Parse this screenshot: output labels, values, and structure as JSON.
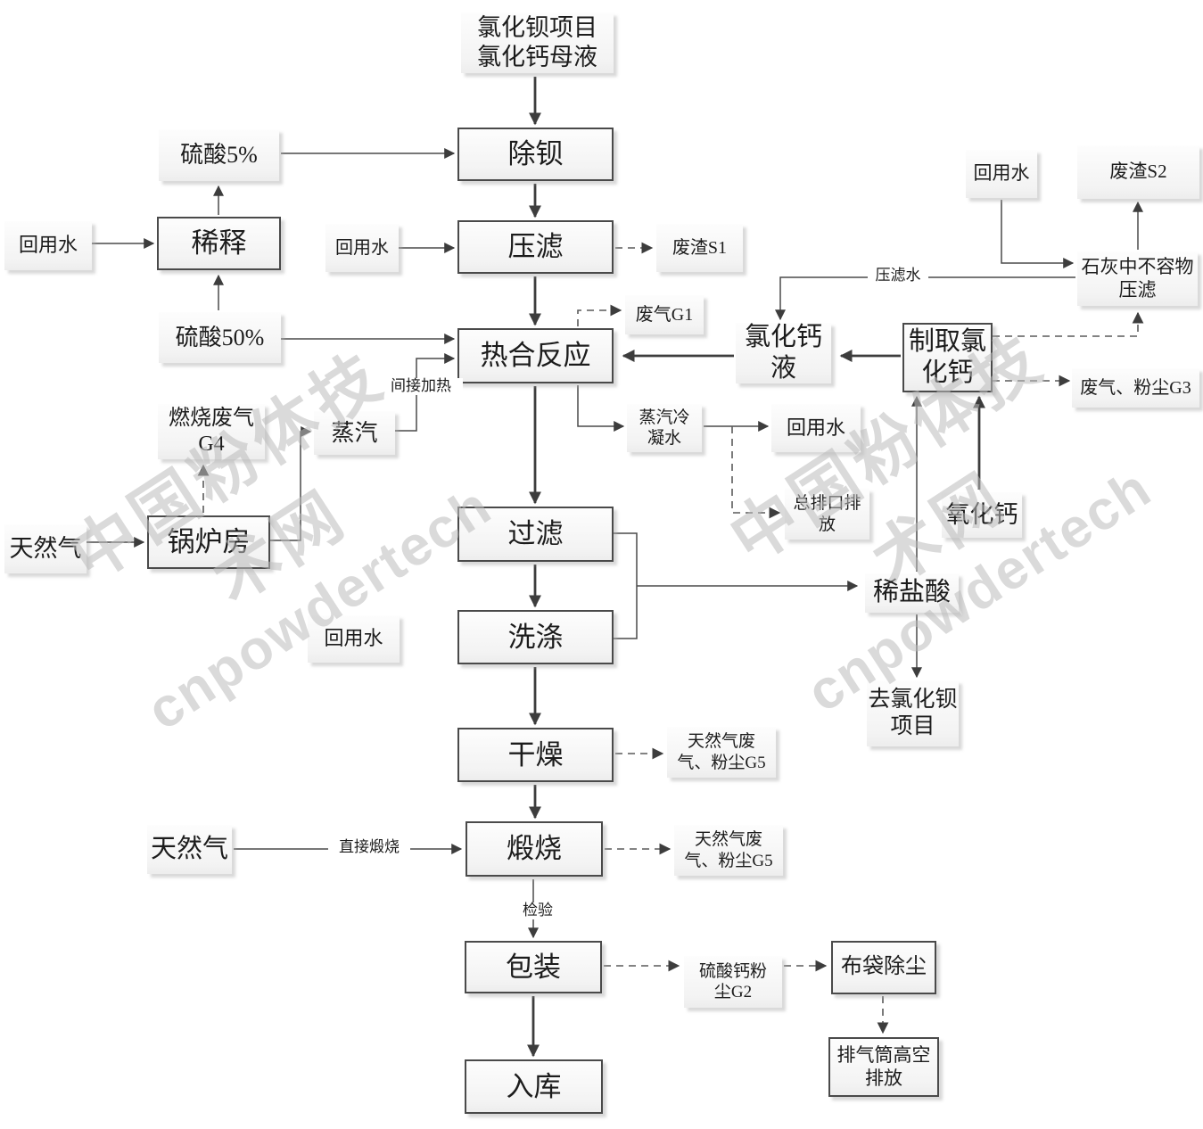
{
  "diagram": {
    "watermark": {
      "line1": "中国粉体技术网",
      "line2": "cnpowdertech"
    },
    "nodes": {
      "title": {
        "label": "氯化钡项目\n氯化钙母液"
      },
      "chu_bei": {
        "label": "除钡"
      },
      "liu_suan_5": {
        "label": "硫酸5%"
      },
      "xi_shi": {
        "label": "稀释"
      },
      "hui_yong_xishi": {
        "label": "回用水"
      },
      "liu_suan_50": {
        "label": "硫酸50%"
      },
      "ya_lv": {
        "label": "压滤"
      },
      "hui_yong_yalv": {
        "label": "回用水"
      },
      "fei_zha_s1": {
        "label": "废渣S1"
      },
      "fei_qi_g1": {
        "label": "废气G1"
      },
      "re_he": {
        "label": "热合反应"
      },
      "ran_shao_g4": {
        "label": "燃烧废气\nG4"
      },
      "zheng_qi": {
        "label": "蒸汽"
      },
      "tian_ran_qi_boiler": {
        "label": "天然气"
      },
      "guo_lu_fang": {
        "label": "锅炉房"
      },
      "leng_ning": {
        "label": "蒸汽冷\n凝水"
      },
      "hui_yong_lengning": {
        "label": "回用水"
      },
      "zong_pai_kou": {
        "label": "总排口排\n放"
      },
      "lv_hua_gai_ye": {
        "label": "氯化钙\n液"
      },
      "zhi_qu": {
        "label": "制取氯\n化钙"
      },
      "hui_yong_shihui": {
        "label": "回用水"
      },
      "fei_zha_s2": {
        "label": "废渣S2"
      },
      "shi_hui": {
        "label": "石灰中不容物\n压滤"
      },
      "fei_qi_g3": {
        "label": "废气、粉尘G3"
      },
      "yang_hua_gai": {
        "label": "氧化钙"
      },
      "guo_lv": {
        "label": "过滤"
      },
      "xi_di": {
        "label": "洗涤"
      },
      "hui_yong_xidi": {
        "label": "回用水"
      },
      "xi_yan_suan": {
        "label": "稀盐酸"
      },
      "qu_lv_hua_bei": {
        "label": "去氯化钡\n项目"
      },
      "gan_zao": {
        "label": "干燥"
      },
      "g5_ganzao": {
        "label": "天然气废\n气、粉尘G5"
      },
      "tian_ran_qi_duanshao": {
        "label": "天然气"
      },
      "duan_shao": {
        "label": "煅烧"
      },
      "g5_duanshao": {
        "label": "天然气废\n气、粉尘G5"
      },
      "bao_zhuang": {
        "label": "包装"
      },
      "g2": {
        "label": "硫酸钙粉\n尘G2"
      },
      "bu_dai": {
        "label": "布袋除尘"
      },
      "pai_qi_tong": {
        "label": "排气筒高空\n排放"
      },
      "ru_ku": {
        "label": "入库"
      }
    },
    "edge_labels": {
      "jian_jie": "间接加热",
      "ya_lv_shui": "压滤水",
      "zhi_jie": "直接煅烧",
      "jian_yan": "检验"
    }
  }
}
